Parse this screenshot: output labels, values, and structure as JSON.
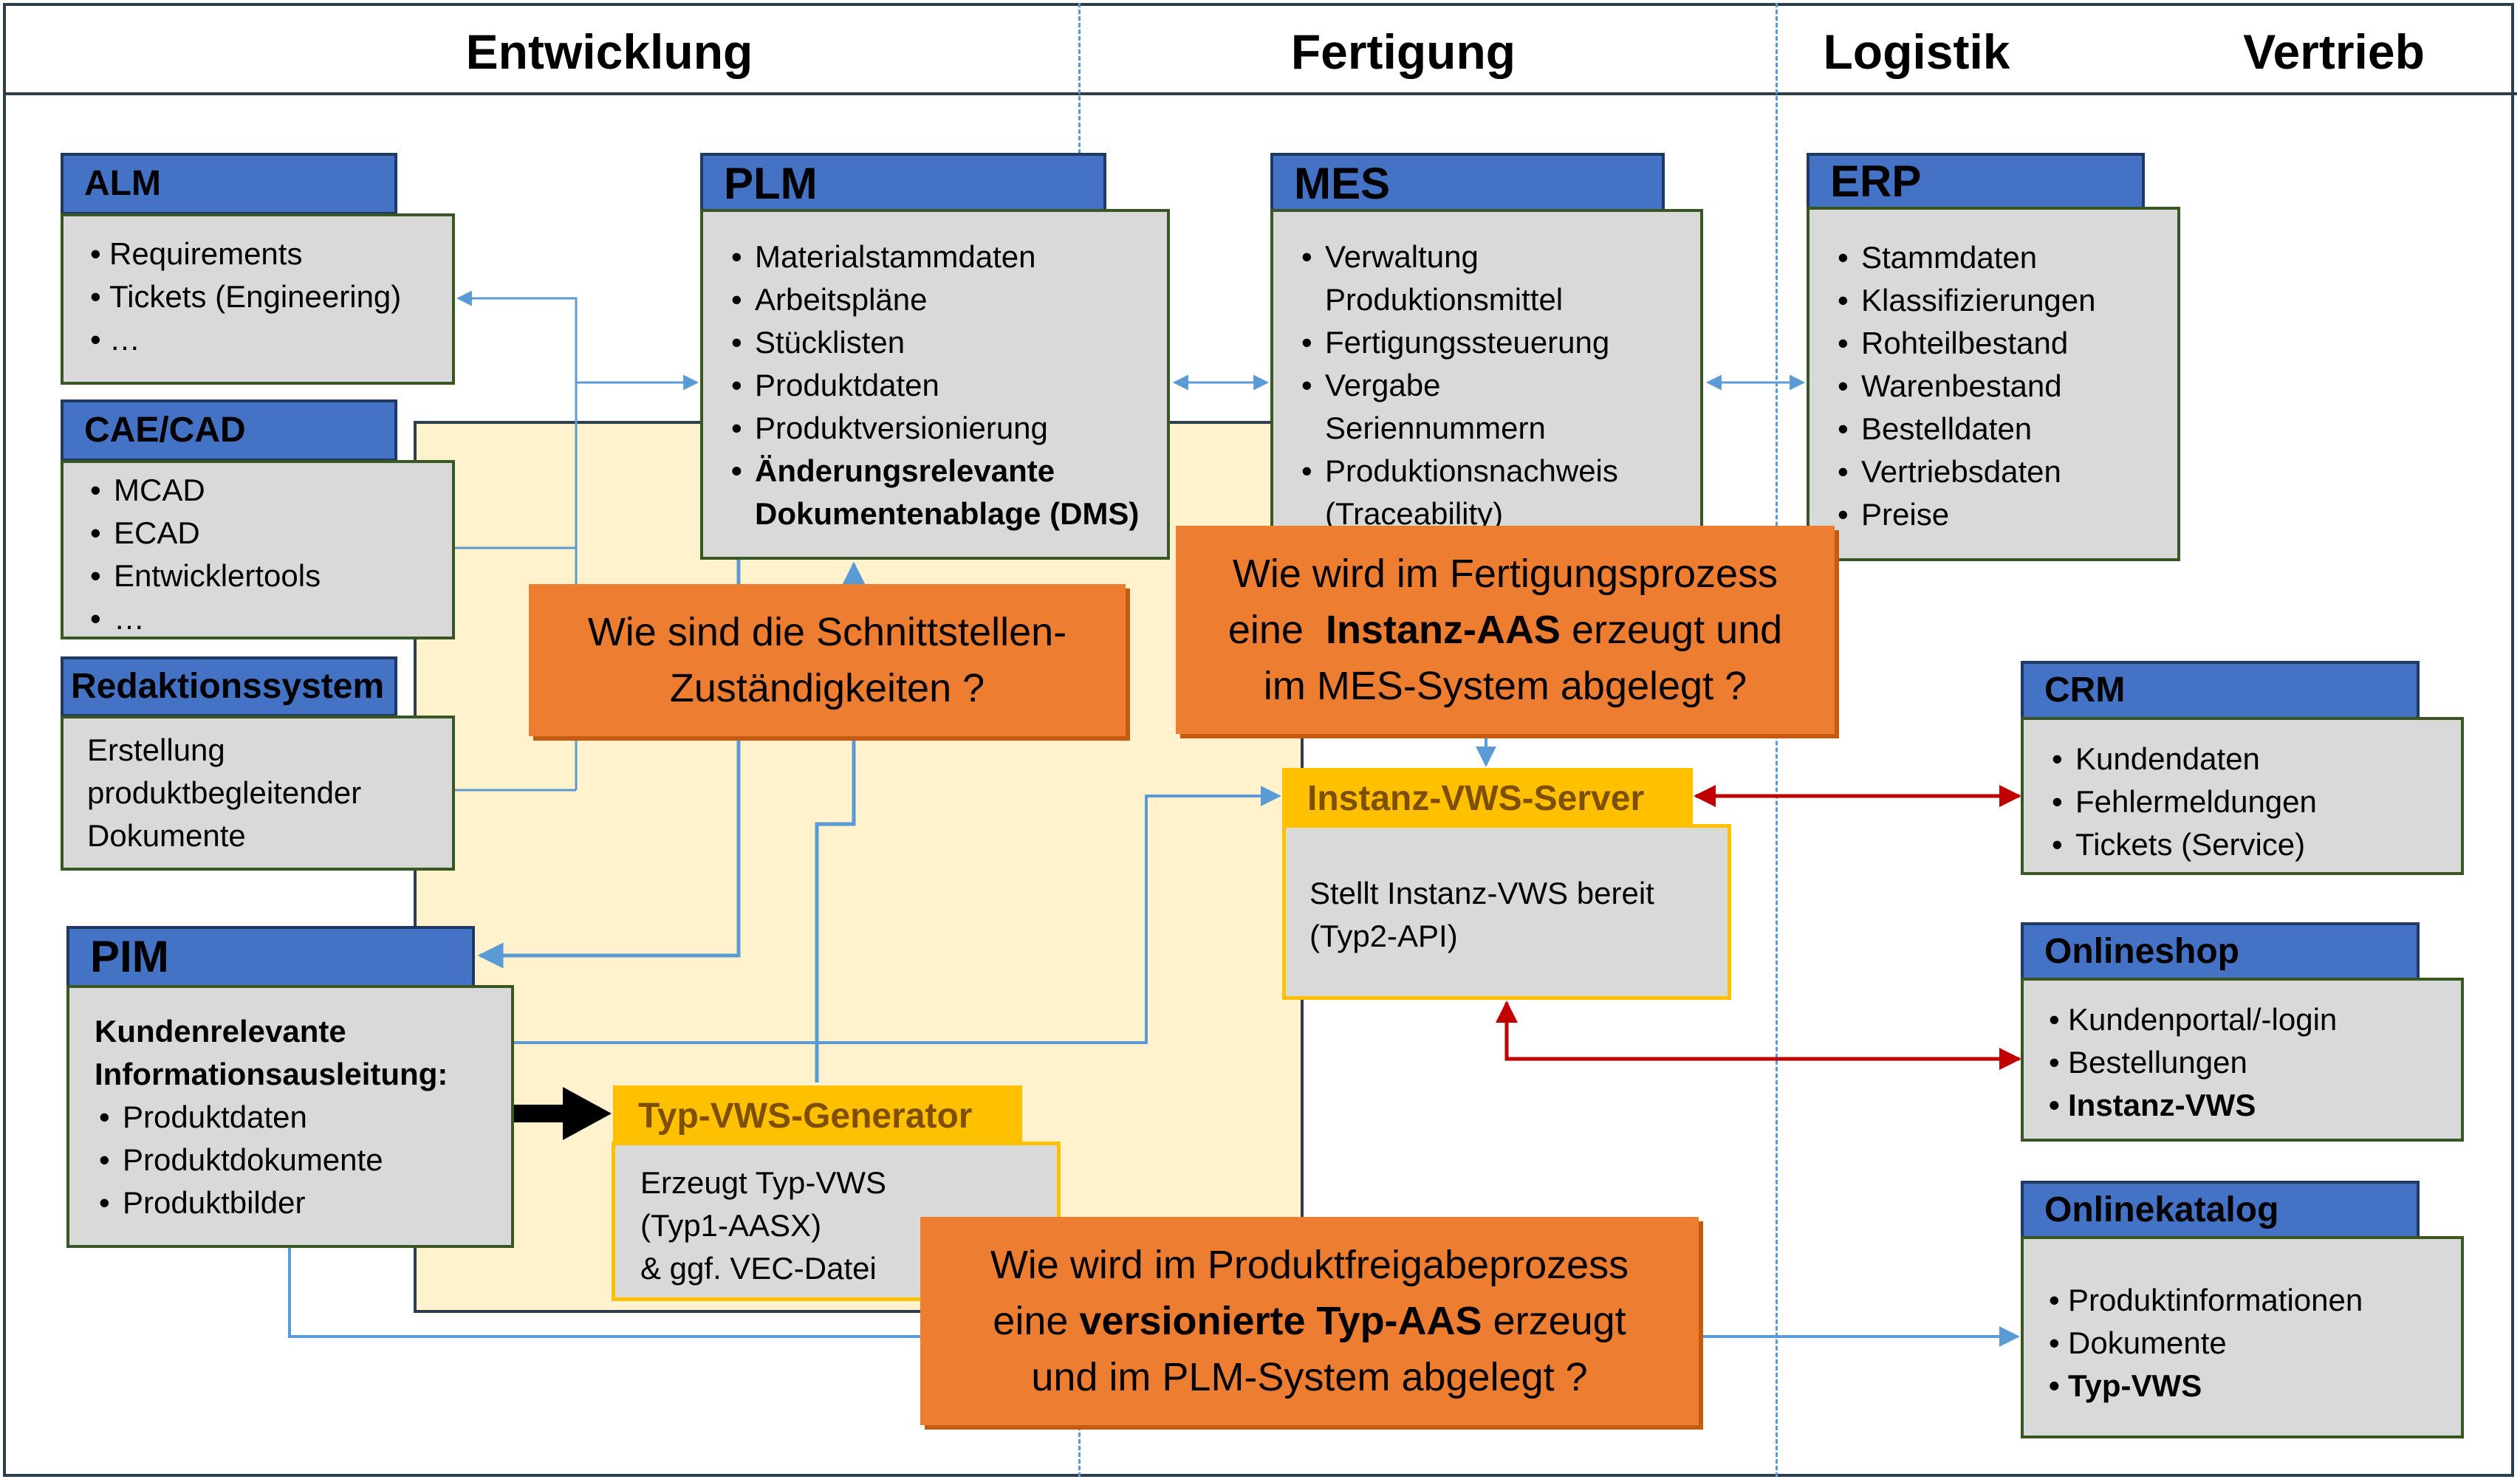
{
  "columns": {
    "entwicklung": "Entwicklung",
    "fertigung": "Fertigung",
    "logistik": "Logistik",
    "vertrieb": "Vertrieb"
  },
  "systems": {
    "alm": {
      "title": "ALM",
      "items": [
        "Requirements",
        "Tickets (Engineering)",
        "…"
      ]
    },
    "caecad": {
      "title": "CAE/CAD",
      "items": [
        "MCAD",
        "ECAD",
        "Entwicklertools",
        "…"
      ]
    },
    "redaktion": {
      "title": "Redaktionssystem",
      "lines": [
        "Erstellung",
        "produktbegleitender",
        "Dokumente"
      ]
    },
    "pim": {
      "title": "PIM",
      "heading": [
        "Kundenrelevante",
        "Informationsausleitung:"
      ],
      "items": [
        "Produktdaten",
        "Produktdokumente",
        "Produktbilder"
      ]
    },
    "plm": {
      "title": "PLM",
      "items": [
        "Materialstammdaten",
        "Arbeitspläne",
        "Stücklisten",
        "Produktdaten",
        "Produktversionierung"
      ],
      "bold_item": [
        "Änderungsrelevante",
        "Dokumentenablage (DMS)"
      ]
    },
    "mes": {
      "title": "MES",
      "items": [
        [
          "Verwaltung",
          "Produktionsmittel"
        ],
        [
          "Fertigungssteuerung"
        ],
        [
          "Vergabe",
          "Seriennummern"
        ],
        [
          "Produktionsnachweis",
          "(Traceability)"
        ]
      ]
    },
    "erp": {
      "title": "ERP",
      "items": [
        "Stammdaten",
        "Klassifizierungen",
        "Rohteilbestand",
        "Warenbestand",
        "Bestelldaten",
        "Vertriebsdaten",
        "Preise"
      ]
    },
    "crm": {
      "title": "CRM",
      "items": [
        "Kundendaten",
        "Fehlermeldungen",
        "Tickets (Service)"
      ]
    },
    "onlineshop": {
      "title": "Onlineshop",
      "items": [
        "Kundenportal/-login",
        "Bestellungen"
      ],
      "bold_item": "Instanz-VWS"
    },
    "onlinekatalog": {
      "title": "Onlinekatalog",
      "items": [
        "Produktinformationen",
        "Dokumente"
      ],
      "bold_item": "Typ-VWS"
    },
    "typ_vws_generator": {
      "title": "Typ-VWS-Generator",
      "lines": [
        "Erzeugt Typ-VWS",
        "(Typ1-AASX)",
        "& ggf. VEC-Datei"
      ]
    },
    "instanz_vws_server": {
      "title": "Instanz-VWS-Server",
      "lines": [
        "Stellt Instanz-VWS bereit",
        "(Typ2-API)"
      ]
    }
  },
  "questions": {
    "schnittstellen": {
      "lines": [
        "Wie sind die Schnittstellen-",
        "Zuständigkeiten ?"
      ]
    },
    "fertigung": {
      "line1": "Wie wird im Fertigungsprozess",
      "line2_pre": "eine  ",
      "line2_bold": "Instanz-AAS",
      "line2_post": " erzeugt und",
      "line3": "im MES-System abgelegt ?"
    },
    "produktfreigabe": {
      "line1": "Wie wird im Produktfreigabeprozess",
      "line2_pre": "eine ",
      "line2_bold": "versionierte Typ-AAS",
      "line2_post": " erzeugt",
      "line3": "und im PLM-System abgelegt ?"
    }
  },
  "colors": {
    "system_tab": "#4472c4",
    "system_body": "#d9d9d9",
    "system_border": "#385723",
    "vws_gold": "#ffc000",
    "question_orange": "#ed7d31",
    "development_area": "#fff2cc",
    "data_arrow_blue": "#5b9bd5",
    "sync_arrow_red": "#c00000"
  }
}
